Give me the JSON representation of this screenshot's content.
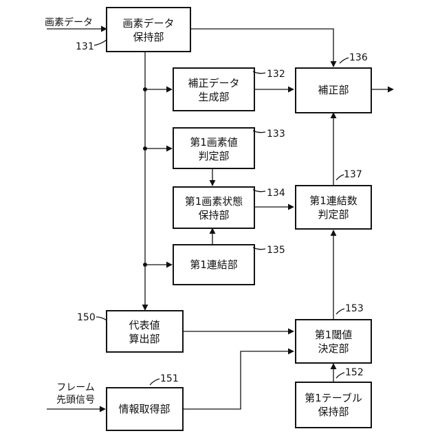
{
  "inputs": {
    "pixel_data": "画素データ",
    "frame_head_signal_1": "フレーム",
    "frame_head_signal_2": "先頭信号"
  },
  "blocks": {
    "pixel_data_holding": {
      "line1": "画素データ",
      "line2": "保持部",
      "ref": "131"
    },
    "correction_data_gen": {
      "line1": "補正データ",
      "line2": "生成部",
      "ref": "132"
    },
    "first_pixel_value_judge": {
      "line1": "第1画素値",
      "line2": "判定部",
      "ref": "133"
    },
    "first_pixel_state_holding": {
      "line1": "第1画素状態",
      "line2": "保持部",
      "ref": "134"
    },
    "first_connection": {
      "line1": "第1連結部",
      "ref": "135"
    },
    "correction": {
      "line1": "補正部",
      "ref": "136"
    },
    "first_connection_count_judge": {
      "line1": "第1連結数",
      "line2": "判定部",
      "ref": "137"
    },
    "representative_value_calc": {
      "line1": "代表値",
      "line2": "算出部",
      "ref": "150"
    },
    "info_acquisition": {
      "line1": "情報取得部",
      "ref": "151"
    },
    "first_table_holding": {
      "line1": "第1テーブル",
      "line2": "保持部",
      "ref": "152"
    },
    "first_threshold_decision": {
      "line1": "第1閾値",
      "line2": "決定部",
      "ref": "153"
    }
  }
}
